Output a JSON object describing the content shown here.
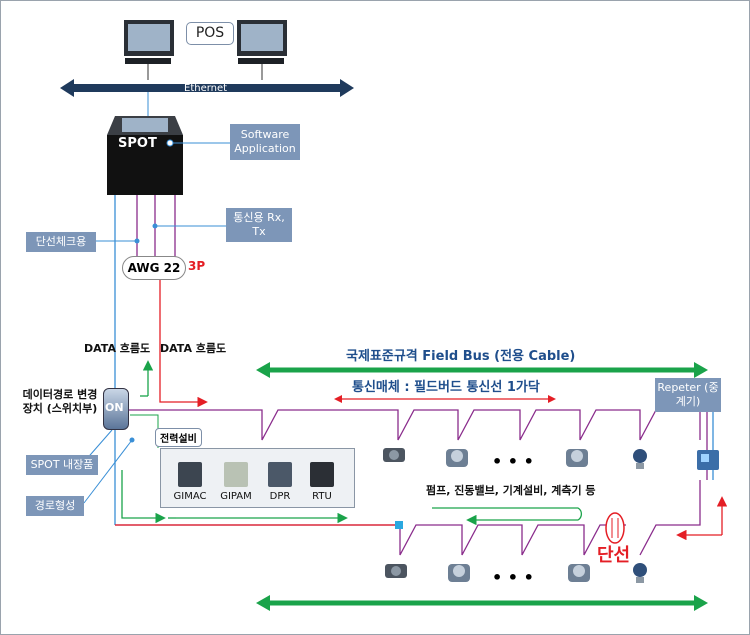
{
  "labels": {
    "pos": "POS",
    "ethernet": "Ethernet",
    "spot": "SPOT",
    "software_application": "Software Application",
    "comm_rx_tx": "통신용 Rx, Tx",
    "disconnect_check": "단선체크용",
    "awg": "AWG 22",
    "three_p": "3P",
    "data_flow_left": "DATA 흐름도",
    "data_flow_right": "DATA 흐름도",
    "path_switch": "데이터경로 변경장치 (스위치부)",
    "switch_on": "ON",
    "spot_internal": "SPOT 내장품",
    "path_forming": "경로형성",
    "power_equipment": "전력설비",
    "gimac": "GIMAC",
    "gipam": "GIPAM",
    "dpr": "DPR",
    "rtu": "RTU",
    "fieldbus": "국제표준규격 Field Bus (전용 Cable)",
    "media": "통신매체 : 필드버드 통신선 1가닥",
    "repeater": "Repeter (중계기)",
    "field_devices": "펌프, 진동밸브, 기계설비, 계측기 등",
    "ellipsis_top": "• • •",
    "ellipsis_bottom": "• • •",
    "disconnect": "단선"
  },
  "colors": {
    "green": "#1aa34a",
    "red": "#e41e25",
    "purple": "#8a2c8c",
    "blue_line": "#3a8fd6",
    "navy": "#1f3a5c",
    "label_box": "#7d96b8"
  }
}
